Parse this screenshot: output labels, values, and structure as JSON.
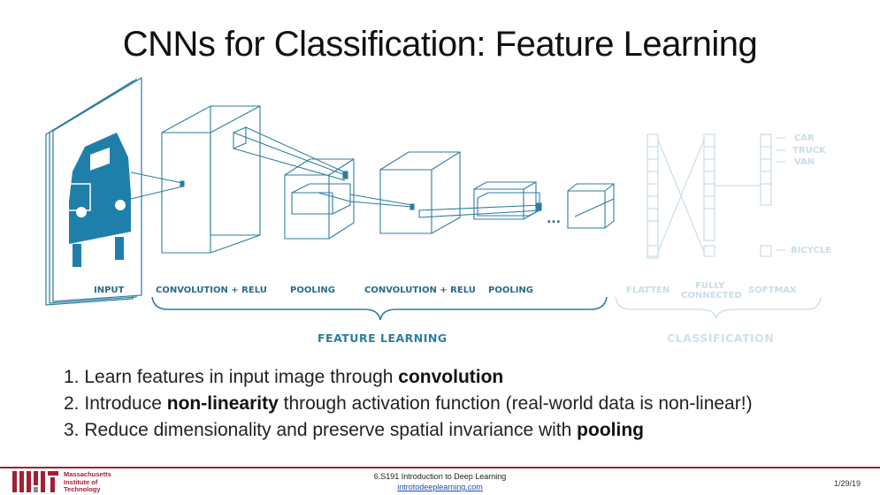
{
  "slide": {
    "title": "CNNs for Classification: Feature Learning",
    "diagram": {
      "stage_labels": {
        "input": "INPUT",
        "conv1": "CONVOLUTION + RELU",
        "pool1": "POOLING",
        "conv2": "CONVOLUTION + RELU",
        "pool2": "POOLING",
        "flatten": "FLATTEN",
        "fc_line1": "FULLY",
        "fc_line2": "CONNECTED",
        "softmax": "SOFTMAX"
      },
      "class_labels": {
        "car": "CAR",
        "truck": "TRUCK",
        "van": "VAN",
        "bicycle": "BICYCLE"
      },
      "group_labels": {
        "feature_learning": "FEATURE LEARNING",
        "classification": "CLASSIFICATION"
      },
      "ellipsis": "...",
      "colors": {
        "primary": "#2c7da0",
        "faint": "#cfe2ea",
        "car_icon": "#1f7fab"
      }
    },
    "bullets": [
      {
        "number": "1.",
        "before": "Learn features in input image through ",
        "bold": "convolution",
        "after": ""
      },
      {
        "number": "2.",
        "before": "Introduce ",
        "bold": "non-linearity",
        "after": " through activation function (real-world data is non-linear!)"
      },
      {
        "number": "3.",
        "before": "Reduce dimensionality and preserve spatial invariance with ",
        "bold": "pooling",
        "after": ""
      }
    ],
    "footer": {
      "institution": [
        "Massachusetts",
        "Institute of",
        "Technology"
      ],
      "course": "6.S191 Introduction to Deep Learning",
      "url": "introtodeeplearning.com",
      "date": "1/29/19",
      "accent": "#a31f34"
    }
  }
}
